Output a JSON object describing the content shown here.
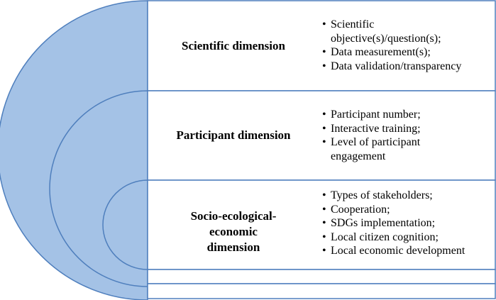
{
  "colors": {
    "outer_fill": "#a4c2e6",
    "stroke": "#4f7fbd",
    "inner_fill": "#ffffff"
  },
  "rows": [
    {
      "title": "Scientific dimension",
      "bullets": [
        "Scientific objective(s)/question(s);",
        "Data measurement(s);",
        "Data validation/transparency"
      ]
    },
    {
      "title": "Participant dimension",
      "bullets": [
        "Participant number;",
        "Interactive training;",
        "Level of participant engagement"
      ]
    },
    {
      "title": "Socio-ecological-economic dimension",
      "bullets": [
        "Types of stakeholders;",
        "Cooperation;",
        "SDGs implementation;",
        "Local citizen cognition;",
        "Local economic development"
      ]
    }
  ]
}
